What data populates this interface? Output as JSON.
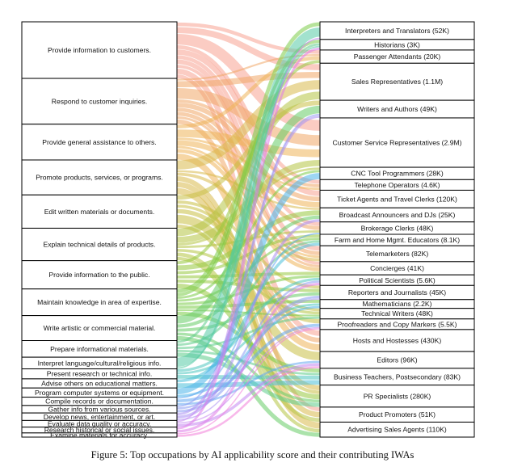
{
  "caption": "Figure 5: Top occupations by AI applicability score and their contributing IWAs",
  "chart_data": {
    "type": "sankey",
    "sources": [
      "Provide information to customers.",
      "Respond to customer inquiries.",
      "Provide general assistance to others.",
      "Promote products, services, or programs.",
      "Edit written materials or documents.",
      "Explain technical details of products.",
      "Provide information to the public.",
      "Maintain knowledge in area of expertise.",
      "Write artistic or commercial material.",
      "Prepare informational materials.",
      "Interpret language/cultural/religious info.",
      "Present research or technical info.",
      "Advise others on educational matters.",
      "Program computer systems or equipment.",
      "Compile records or documentation.",
      "Gather info from various sources.",
      "Develop news, entertainment, or art.",
      "Evaluate data quality or accuracy.",
      "Research historical or social issues.",
      "Examine materials for accuracy."
    ],
    "targets": [
      "Interpreters and Translators (52K)",
      "Historians (3K)",
      "Passenger Attendants (20K)",
      "Sales Representatives (1.1M)",
      "Writers and Authors (49K)",
      "Customer Service Representatives (2.9M)",
      "CNC Tool Programmers (28K)",
      "Telephone Operators (4.6K)",
      "Ticket Agents and Travel Clerks (120K)",
      "Broadcast Announcers and DJs (25K)",
      "Brokerage Clerks (48K)",
      "Farm and Home Mgmt. Educators (8.1K)",
      "Telemarketers (82K)",
      "Concierges (41K)",
      "Political Scientists (5.6K)",
      "Reporters and Journalists (45K)",
      "Mathematicians (2.2K)",
      "Technical Writers (48K)",
      "Proofreaders and Copy Markers (5.5K)",
      "Hosts and Hostesses (430K)",
      "Editors (96K)",
      "Business Teachers, Postsecondary (83K)",
      "PR Specialists (280K)",
      "Product Promoters (51K)",
      "Advertising Sales Agents (110K)"
    ],
    "source_sizes": [
      68,
      55,
      43,
      42,
      40,
      39,
      34,
      32,
      30,
      20,
      14,
      12,
      11,
      11,
      10,
      9,
      9,
      8,
      7,
      5
    ],
    "target_sizes": [
      20,
      12,
      15,
      42,
      20,
      56,
      14,
      12,
      20,
      16,
      14,
      13,
      18,
      15,
      12,
      16,
      10,
      12,
      12,
      25,
      19,
      19,
      25,
      17,
      17
    ],
    "source_colors": [
      "#f7a391",
      "#f0a868",
      "#efb45a",
      "#d9b94c",
      "#c9c046",
      "#b5c443",
      "#98c940",
      "#7ccc48",
      "#66cc66",
      "#5ccc8a",
      "#55cba6",
      "#4fc7c0",
      "#4cbfd8",
      "#4db4e9",
      "#64a8f0",
      "#8a9af2",
      "#a98ff2",
      "#c486f0",
      "#de7ce8",
      "#f27ed8"
    ],
    "links": [
      {
        "s": 0,
        "t": 5,
        "v": 14
      },
      {
        "s": 0,
        "t": 3,
        "v": 8
      },
      {
        "s": 0,
        "t": 8,
        "v": 7
      },
      {
        "s": 0,
        "t": 2,
        "v": 6
      },
      {
        "s": 0,
        "t": 12,
        "v": 6
      },
      {
        "s": 0,
        "t": 19,
        "v": 7
      },
      {
        "s": 0,
        "t": 13,
        "v": 5
      },
      {
        "s": 0,
        "t": 7,
        "v": 5
      },
      {
        "s": 0,
        "t": 10,
        "v": 5
      },
      {
        "s": 0,
        "t": 23,
        "v": 5
      },
      {
        "s": 1,
        "t": 5,
        "v": 14
      },
      {
        "s": 1,
        "t": 3,
        "v": 8
      },
      {
        "s": 1,
        "t": 8,
        "v": 6
      },
      {
        "s": 1,
        "t": 12,
        "v": 5
      },
      {
        "s": 1,
        "t": 7,
        "v": 4
      },
      {
        "s": 1,
        "t": 10,
        "v": 5
      },
      {
        "s": 1,
        "t": 19,
        "v": 6
      },
      {
        "s": 1,
        "t": 13,
        "v": 4
      },
      {
        "s": 1,
        "t": 2,
        "v": 3
      },
      {
        "s": 2,
        "t": 5,
        "v": 10
      },
      {
        "s": 2,
        "t": 2,
        "v": 6
      },
      {
        "s": 2,
        "t": 19,
        "v": 8
      },
      {
        "s": 2,
        "t": 13,
        "v": 6
      },
      {
        "s": 2,
        "t": 8,
        "v": 7
      },
      {
        "s": 2,
        "t": 7,
        "v": 3
      },
      {
        "s": 2,
        "t": 12,
        "v": 3
      },
      {
        "s": 3,
        "t": 3,
        "v": 12
      },
      {
        "s": 3,
        "t": 24,
        "v": 9
      },
      {
        "s": 3,
        "t": 23,
        "v": 7
      },
      {
        "s": 3,
        "t": 22,
        "v": 7
      },
      {
        "s": 3,
        "t": 12,
        "v": 4
      },
      {
        "s": 3,
        "t": 9,
        "v": 3
      },
      {
        "s": 4,
        "t": 20,
        "v": 12
      },
      {
        "s": 4,
        "t": 18,
        "v": 7
      },
      {
        "s": 4,
        "t": 4,
        "v": 6
      },
      {
        "s": 4,
        "t": 17,
        "v": 5
      },
      {
        "s": 4,
        "t": 15,
        "v": 5
      },
      {
        "s": 4,
        "t": 22,
        "v": 5
      },
      {
        "s": 5,
        "t": 3,
        "v": 10
      },
      {
        "s": 5,
        "t": 5,
        "v": 8
      },
      {
        "s": 5,
        "t": 17,
        "v": 5
      },
      {
        "s": 5,
        "t": 24,
        "v": 5
      },
      {
        "s": 5,
        "t": 23,
        "v": 5
      },
      {
        "s": 5,
        "t": 10,
        "v": 3
      },
      {
        "s": 5,
        "t": 6,
        "v": 3
      },
      {
        "s": 6,
        "t": 9,
        "v": 7
      },
      {
        "s": 6,
        "t": 22,
        "v": 7
      },
      {
        "s": 6,
        "t": 15,
        "v": 5
      },
      {
        "s": 6,
        "t": 11,
        "v": 5
      },
      {
        "s": 6,
        "t": 13,
        "v": 5
      },
      {
        "s": 6,
        "t": 2,
        "v": 5
      },
      {
        "s": 7,
        "t": 0,
        "v": 5
      },
      {
        "s": 7,
        "t": 1,
        "v": 4
      },
      {
        "s": 7,
        "t": 14,
        "v": 4
      },
      {
        "s": 7,
        "t": 16,
        "v": 4
      },
      {
        "s": 7,
        "t": 21,
        "v": 5
      },
      {
        "s": 7,
        "t": 11,
        "v": 4
      },
      {
        "s": 7,
        "t": 6,
        "v": 3
      },
      {
        "s": 7,
        "t": 17,
        "v": 3
      },
      {
        "s": 8,
        "t": 4,
        "v": 10
      },
      {
        "s": 8,
        "t": 24,
        "v": 6
      },
      {
        "s": 8,
        "t": 9,
        "v": 5
      },
      {
        "s": 8,
        "t": 15,
        "v": 5
      },
      {
        "s": 8,
        "t": 22,
        "v": 4
      },
      {
        "s": 9,
        "t": 22,
        "v": 6
      },
      {
        "s": 9,
        "t": 17,
        "v": 4
      },
      {
        "s": 9,
        "t": 11,
        "v": 4
      },
      {
        "s": 9,
        "t": 21,
        "v": 3
      },
      {
        "s": 9,
        "t": 1,
        "v": 3
      },
      {
        "s": 10,
        "t": 0,
        "v": 12
      },
      {
        "s": 10,
        "t": 1,
        "v": 2
      },
      {
        "s": 11,
        "t": 14,
        "v": 4
      },
      {
        "s": 11,
        "t": 16,
        "v": 3
      },
      {
        "s": 11,
        "t": 21,
        "v": 5
      },
      {
        "s": 12,
        "t": 21,
        "v": 6
      },
      {
        "s": 12,
        "t": 11,
        "v": 5
      },
      {
        "s": 13,
        "t": 6,
        "v": 8
      },
      {
        "s": 13,
        "t": 16,
        "v": 3
      },
      {
        "s": 14,
        "t": 18,
        "v": 5
      },
      {
        "s": 14,
        "t": 20,
        "v": 3
      },
      {
        "s": 14,
        "t": 10,
        "v": 2
      },
      {
        "s": 15,
        "t": 15,
        "v": 4
      },
      {
        "s": 15,
        "t": 14,
        "v": 3
      },
      {
        "s": 15,
        "t": 4,
        "v": 2
      },
      {
        "s": 16,
        "t": 9,
        "v": 4
      },
      {
        "s": 16,
        "t": 4,
        "v": 3
      },
      {
        "s": 16,
        "t": 15,
        "v": 2
      },
      {
        "s": 17,
        "t": 20,
        "v": 4
      },
      {
        "s": 17,
        "t": 18,
        "v": 2
      },
      {
        "s": 17,
        "t": 0,
        "v": 2
      },
      {
        "s": 18,
        "t": 1,
        "v": 3
      },
      {
        "s": 18,
        "t": 14,
        "v": 4
      },
      {
        "s": 19,
        "t": 20,
        "v": 3
      },
      {
        "s": 19,
        "t": 18,
        "v": 2
      }
    ]
  }
}
